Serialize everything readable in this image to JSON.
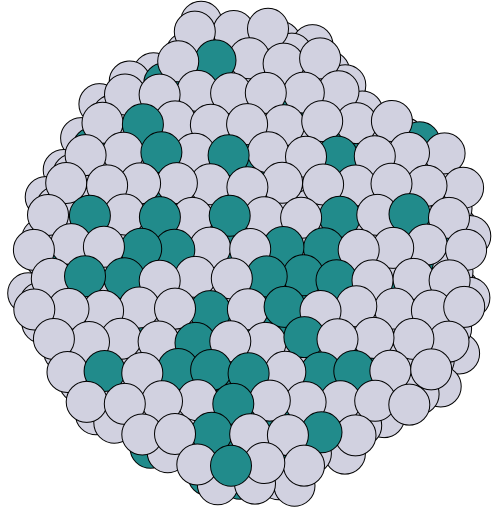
{
  "figure": {
    "kind": "nanoparticle-cluster",
    "colors": {
      "background": "#ffffff",
      "species_a": "#d1d1e0",
      "species_b": "#218b8b",
      "outline": "#000000"
    },
    "species": [
      {
        "id": "species-a",
        "color": "#d1d1e0"
      },
      {
        "id": "species-b",
        "color": "#218b8b"
      }
    ]
  }
}
